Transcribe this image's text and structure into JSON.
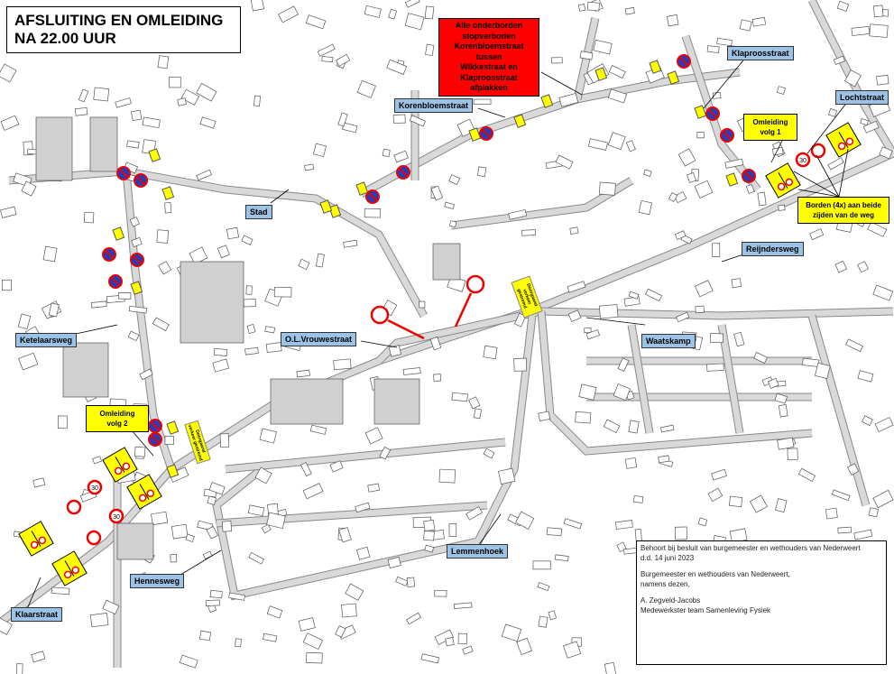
{
  "title": {
    "line1": "AFSLUITING EN OMLEIDING",
    "line2": "NA 22.00 UUR"
  },
  "red_note": {
    "lines": [
      "Alle onderborden",
      "stopverboden",
      "Korenbloemstraat  tussen",
      "Wikkestraat en",
      "Klaproosstraat afplakken"
    ]
  },
  "streets": {
    "klaproosstraat": "Klaproosstraat",
    "lochtstraat": "Lochtstraat",
    "korenbloemstraat": "Korenbloemstraat",
    "stad": "Stad",
    "reijndersweg": "Reijndersweg",
    "ketelaarsweg": "Ketelaarsweg",
    "olvrouwestraat": "O.L.Vrouwestraat",
    "waatskamp": "Waatskamp",
    "lemmenhoek": "Lemmenhoek",
    "hennesweg": "Hennesweg",
    "klaarstraat": "Klaarstraat"
  },
  "callouts": {
    "omleiding1": {
      "line1": "Omleiding",
      "line2": "volg 1"
    },
    "omleiding2": {
      "line1": "Omleiding",
      "line2": "volg  2"
    },
    "borden": {
      "line1": "Borden (4x) aan beide",
      "line2": "zijden van de weg"
    }
  },
  "small_signs": {
    "closure1": "Doorgaand verkeer gestremd",
    "closure2": "Doorgaand verkeer gestremd"
  },
  "speed_sign": "30",
  "footer_note": {
    "line1": "Behoort bij besluit van burgemeester en wethouders van Nederweert",
    "line2": "d.d. 14 juni 2023",
    "line3": "Burgemeester en wethouders van Nederweert,",
    "line4": "namens dezen,",
    "line5": "A. Zegveld-Jacobs",
    "line6": "Medewerkster team Samenleving Fysiek"
  },
  "colors": {
    "label_bg": "#9cc3e6",
    "callout_bg": "#ffff00",
    "alert_bg": "#ff0000",
    "road": "#d9d9d9",
    "building": "#d0d0d0"
  }
}
